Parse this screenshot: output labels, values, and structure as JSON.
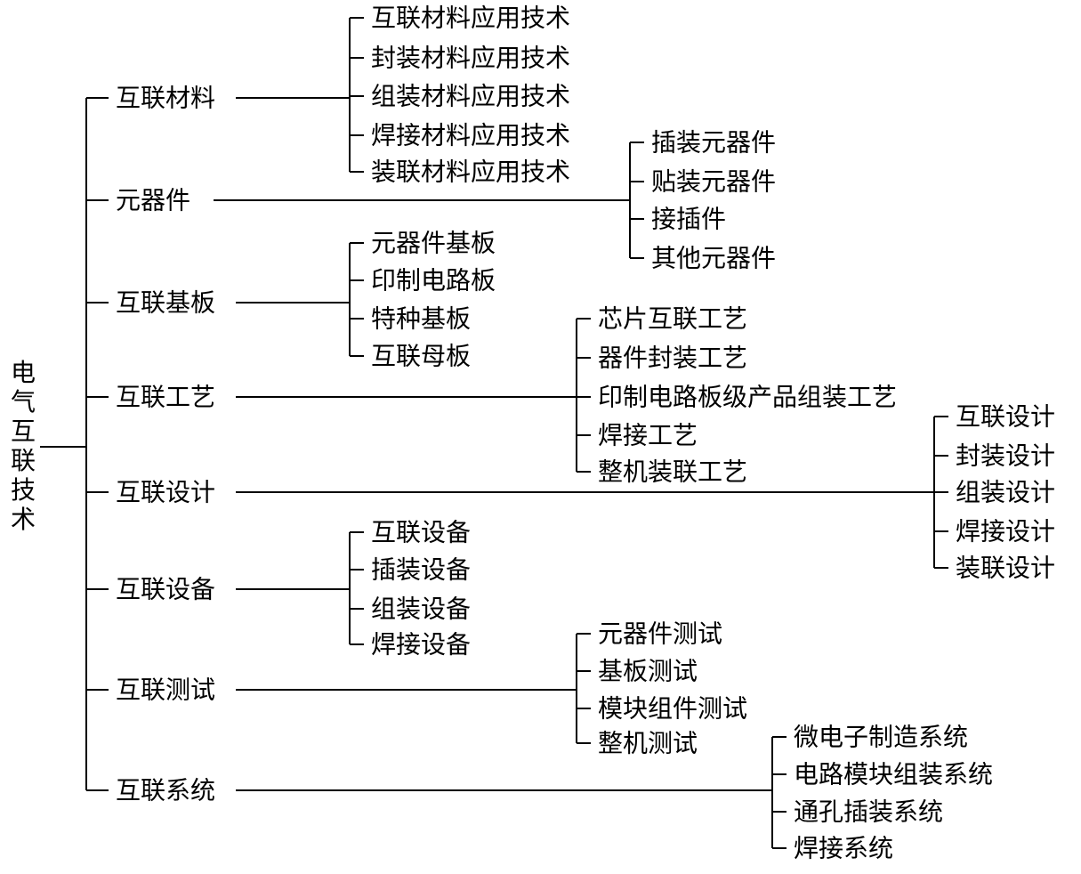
{
  "root": "电气互联技术",
  "branches": [
    {
      "label": "互联材料",
      "children": [
        "互联材料应用技术",
        "封装材料应用技术",
        "组装材料应用技术",
        "焊接材料应用技术",
        "装联材料应用技术"
      ]
    },
    {
      "label": "元器件",
      "children": [
        "插装元器件",
        "贴装元器件",
        "接插件",
        "其他元器件"
      ]
    },
    {
      "label": "互联基板",
      "children": [
        "元器件基板",
        "印制电路板",
        "特种基板",
        "互联母板"
      ]
    },
    {
      "label": "互联工艺",
      "children": [
        "芯片互联工艺",
        "器件封装工艺",
        "印制电路板级产品组装工艺",
        "焊接工艺",
        "整机装联工艺"
      ]
    },
    {
      "label": "互联设计",
      "children": [
        "互联设计",
        "封装设计",
        "组装设计",
        "焊接设计",
        "装联设计"
      ]
    },
    {
      "label": "互联设备",
      "children": [
        "互联设备",
        "插装设备",
        "组装设备",
        "焊接设备"
      ]
    },
    {
      "label": "互联测试",
      "children": [
        "元器件测试",
        "基板测试",
        "模块组件测试",
        "整机测试"
      ]
    },
    {
      "label": "互联系统",
      "children": [
        "微电子制造系统",
        "电路模块组装系统",
        "通孔插装系统",
        "焊接系统"
      ]
    }
  ]
}
